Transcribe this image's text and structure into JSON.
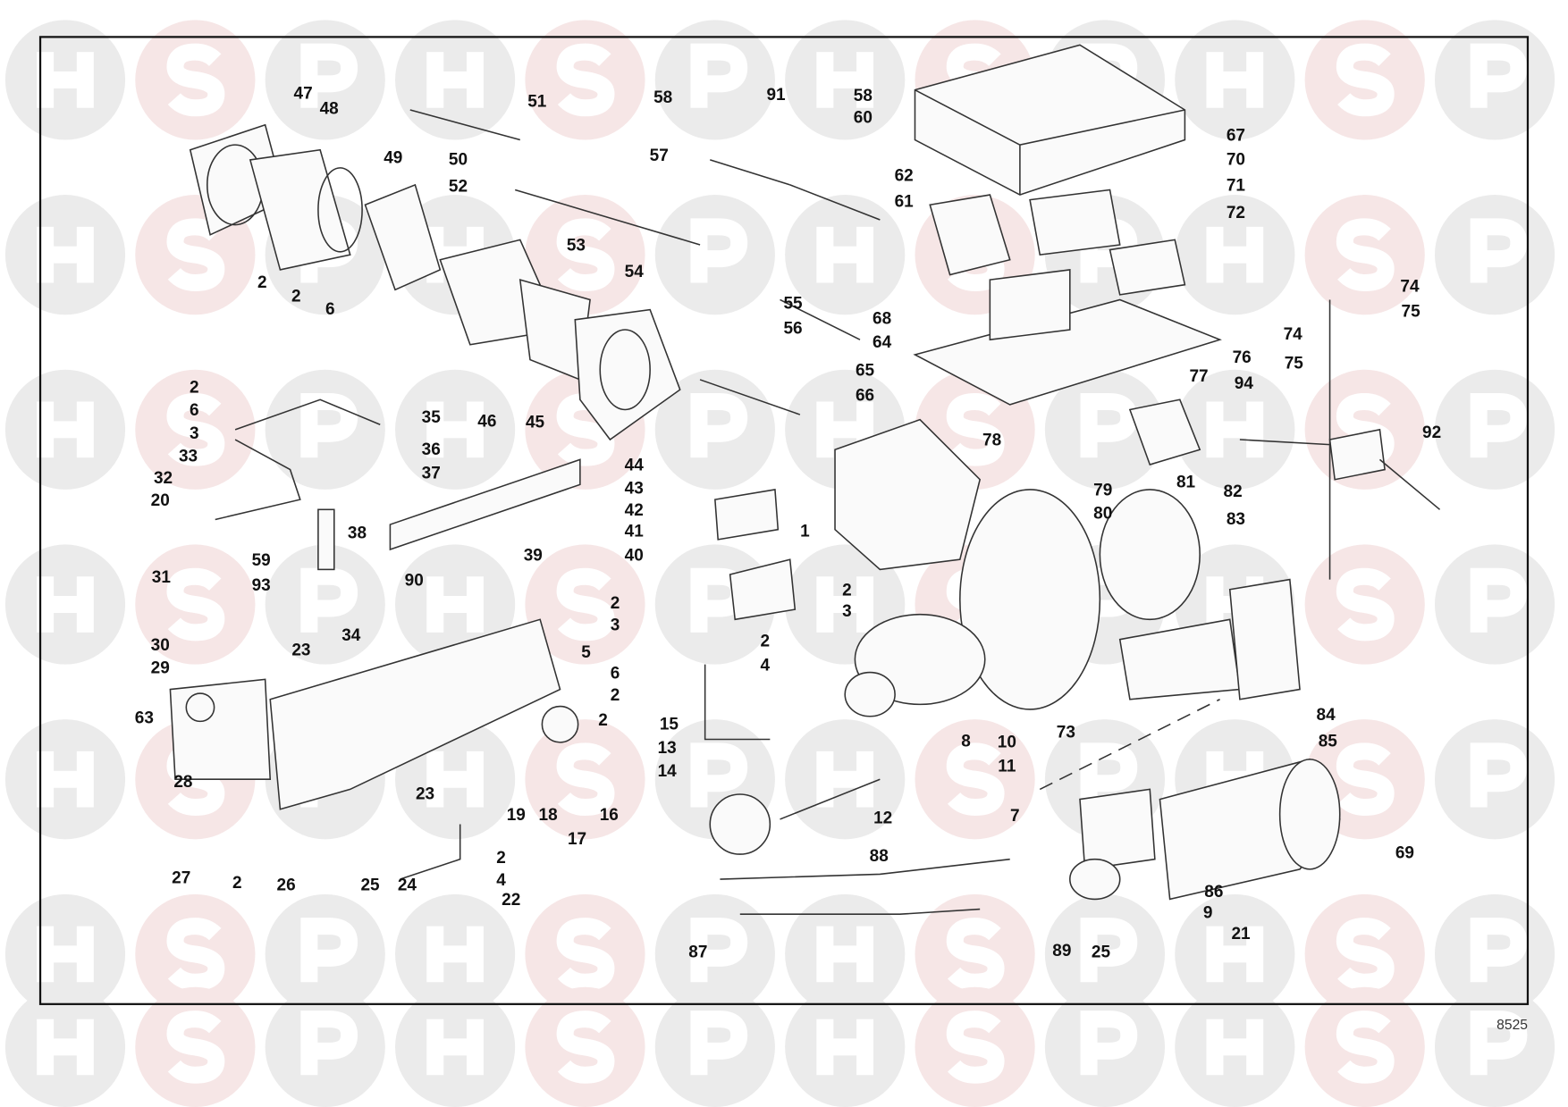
{
  "diagram": {
    "drawing_number": "8525",
    "watermark_letters": [
      "H",
      "S",
      "P"
    ],
    "colors": {
      "watermark_gray": "#ebebeb",
      "watermark_pink": "#f6e6e6",
      "frame": "#111111"
    },
    "part_labels": [
      "47",
      "48",
      "51",
      "49",
      "50",
      "52",
      "58",
      "91",
      "58",
      "60",
      "57",
      "67",
      "70",
      "62",
      "71",
      "61",
      "72",
      "53",
      "54",
      "2",
      "2",
      "6",
      "55",
      "56",
      "74",
      "75",
      "74",
      "68",
      "64",
      "76",
      "75",
      "65",
      "66",
      "77",
      "94",
      "2",
      "6",
      "35",
      "45",
      "3",
      "36",
      "46",
      "78",
      "92",
      "44",
      "33",
      "37",
      "43",
      "79",
      "81",
      "82",
      "32",
      "20",
      "42",
      "80",
      "83",
      "1",
      "38",
      "41",
      "40",
      "59",
      "39",
      "31",
      "90",
      "93",
      "2",
      "2",
      "3",
      "3",
      "34",
      "30",
      "23",
      "2",
      "5",
      "29",
      "6",
      "4",
      "2",
      "84",
      "63",
      "15",
      "73",
      "8",
      "85",
      "10",
      "13",
      "11",
      "2",
      "14",
      "28",
      "23",
      "19",
      "18",
      "16",
      "12",
      "7",
      "17",
      "27",
      "2",
      "26",
      "25",
      "24",
      "2",
      "4",
      "22",
      "88",
      "86",
      "69",
      "9",
      "21",
      "89",
      "25",
      "87"
    ]
  }
}
